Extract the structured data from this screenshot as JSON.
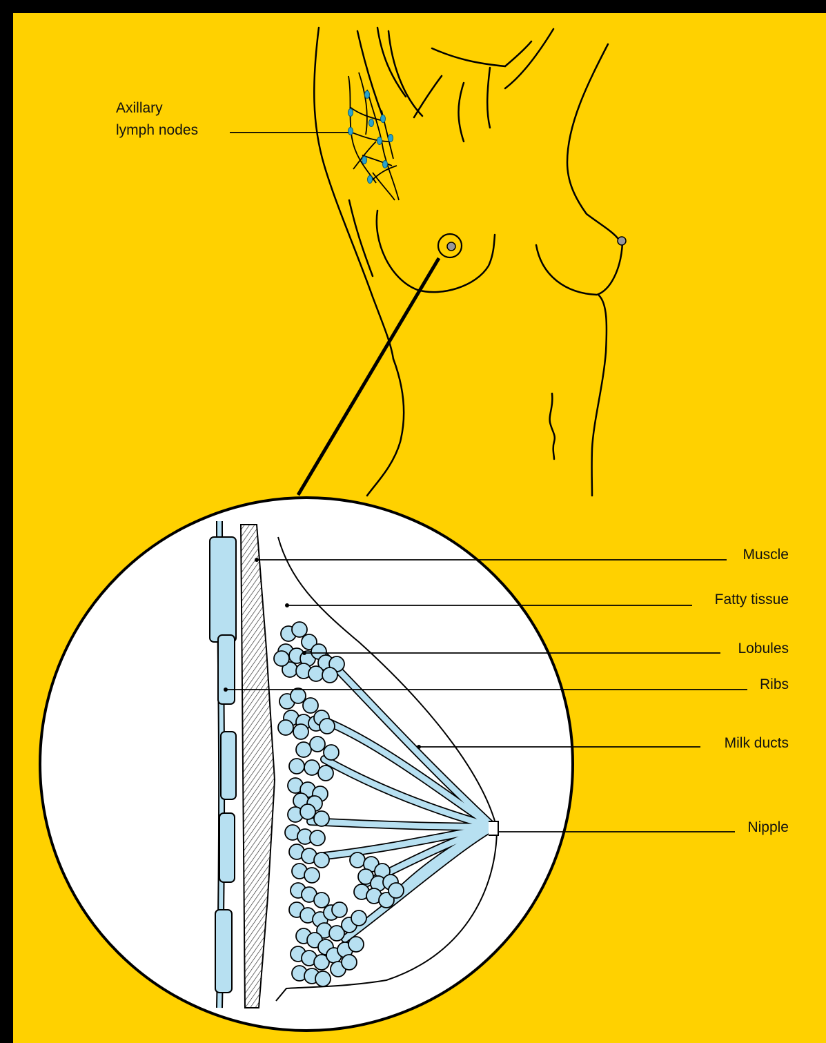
{
  "colors": {
    "background": "#FFD100",
    "frame": "#000000",
    "outline": "#000000",
    "lymph_node": "#2aa3cc",
    "lobule_fill": "#b7e0f1",
    "duct_fill": "#b7e0f1",
    "rib_fill": "#b7e0f1",
    "inset_fill": "#ffffff"
  },
  "labels": {
    "axillary_line1": "Axillary",
    "axillary_line2": "lymph nodes",
    "muscle": "Muscle",
    "fatty_tissue": "Fatty tissue",
    "lobules": "Lobules",
    "ribs": "Ribs",
    "milk_ducts": "Milk ducts",
    "nipple": "Nipple"
  },
  "icons": {
    "torso": "female-torso-outline-icon",
    "inset": "breast-cross-section-icon"
  }
}
